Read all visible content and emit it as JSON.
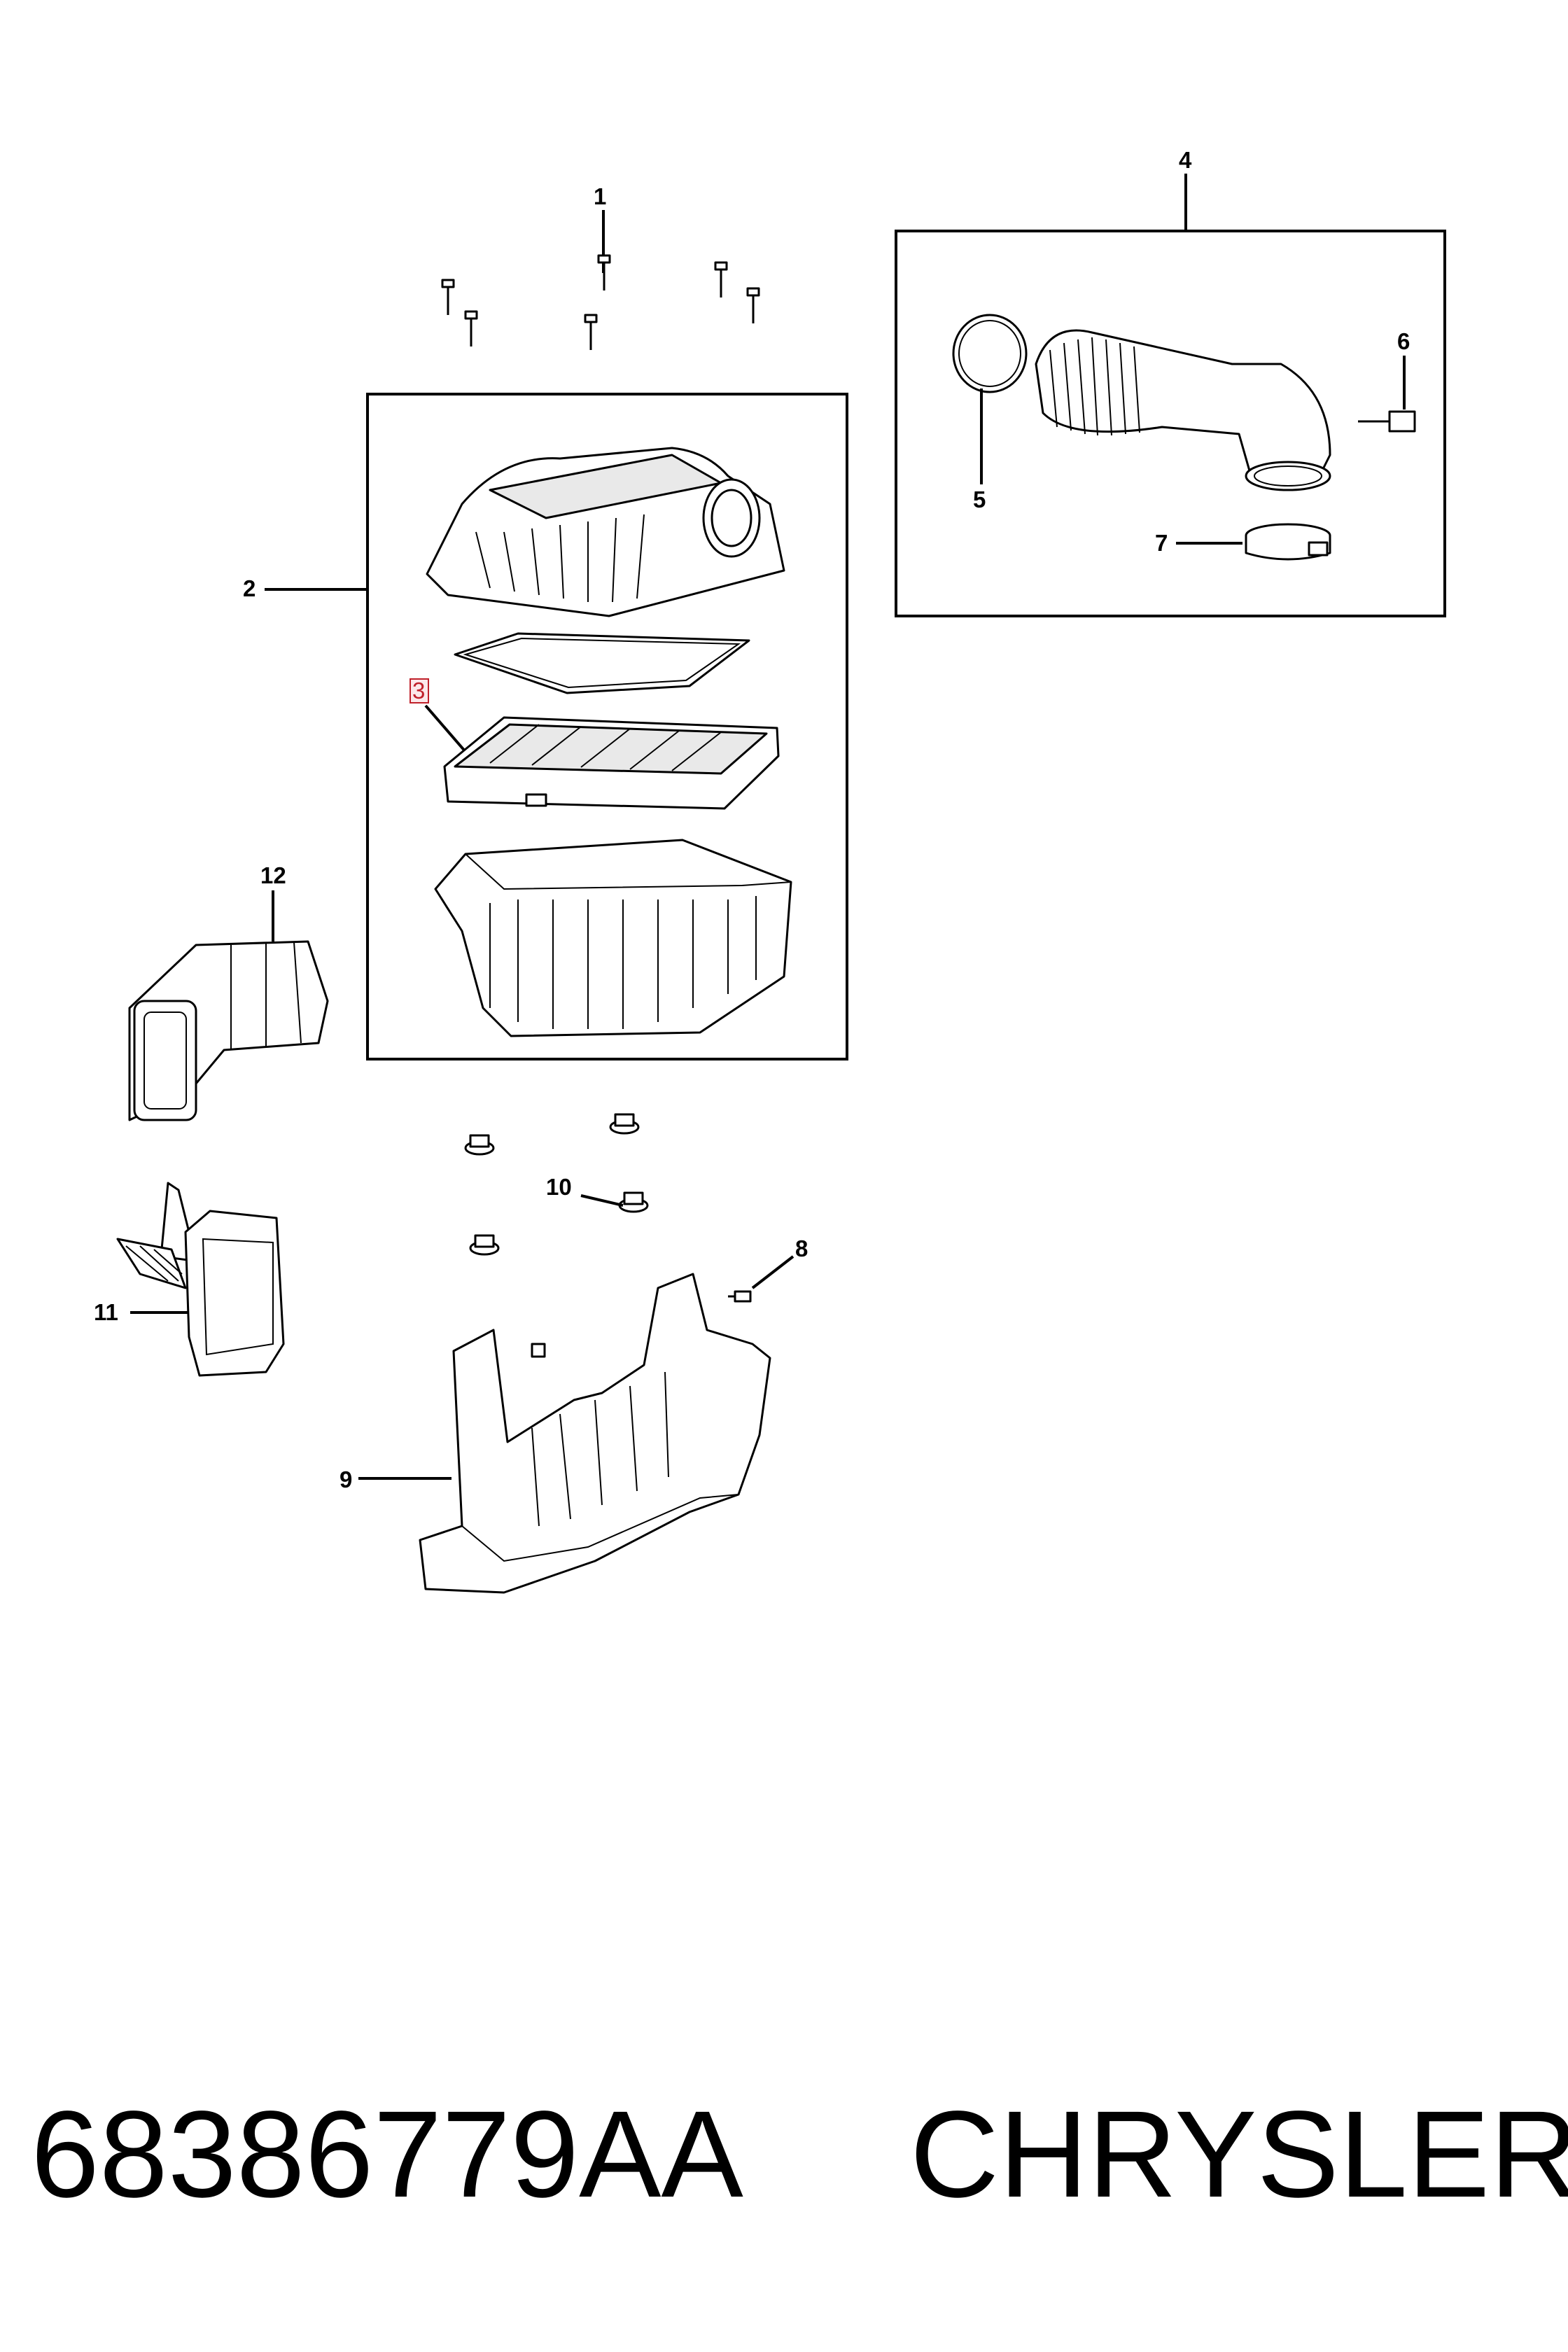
{
  "callouts": {
    "c1": "1",
    "c2": "2",
    "c3": "3",
    "c4": "4",
    "c5": "5",
    "c6": "6",
    "c7": "7",
    "c8": "8",
    "c9": "9",
    "c10": "10",
    "c11": "11",
    "c12": "12"
  },
  "highlighted_callout": "3",
  "highlight_color": "#c0202a",
  "footer": {
    "part_number": "68386779AA",
    "brand": "CHRYSLER"
  }
}
